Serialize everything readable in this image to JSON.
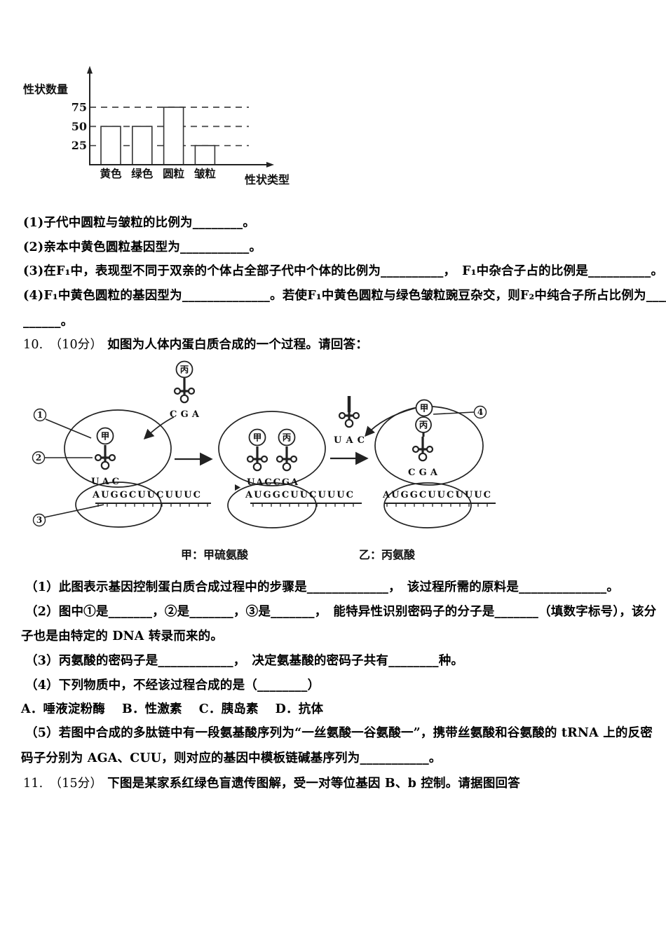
{
  "chart_data": {
    "type": "bar",
    "categories": [
      "黄色",
      "绿色",
      "圆粒",
      "皱粒"
    ],
    "values": [
      50,
      50,
      75,
      25
    ],
    "title": "",
    "xlabel": "性状类型",
    "ylabel": "性状数量",
    "yticks": [
      25,
      50,
      75
    ],
    "ylim": [
      0,
      100
    ],
    "grid": "horizontal-dashed",
    "legend": "none"
  },
  "q9": {
    "lines": [
      "(1)子代中圆粒与皱粒的比例为________。",
      "(2)亲本中黄色圆粒基因型为___________。",
      "(3)在F₁中，表现型不同于双亲的个体占全部子代中个体的比例为__________，　F₁中杂合子占的比例是__________。",
      "(4)F₁中黄色圆粒的基因型为______________。若使F₁中黄色圆粒与绿色皱粒豌豆杂交，则F₂中纯合子所占比例为____",
      "______。"
    ]
  },
  "q10": {
    "number": "10.",
    "points": "（10分）",
    "intro": "如图为人体内蛋白质合成的一个过程。请回答：",
    "sub_lines": [
      "（1）此图表示基因控制蛋白质合成过程中的步骤是_____________，　该过程所需的原料是______________。",
      "（2）图中①是_______，②是_______，③是_______，　能特异性识别密码子的分子是_______（填数字标号），该分",
      "子也是由特定的 DNA 转录而来的。",
      "（3）丙氨酸的密码子是____________，　决定氨基酸的密码子共有________种。",
      "（4）下列物质中，不经该过程合成的是（________）",
      "A．唾液淀粉酶　 B．性激素　 C．胰岛素　 D．抗体",
      "（5）若图中合成的多肽链中有一段氨基酸序列为“一丝氨酸一谷氨酸一”，携带丝氨酸和谷氨酸的 tRNA 上的反密",
      "码子分别为 AGA、CUU，则对应的基因中模板链碱基序列为___________。"
    ]
  },
  "q11": {
    "number": "11.",
    "points": "（15分）",
    "text": "下图是某家系红绿色盲遗传图解，受一对等位基因 B、b 控制。请据图回答"
  },
  "diagram": {
    "markers": {
      "m1": "1",
      "m2": "2",
      "m3": "3",
      "m4": "4"
    },
    "amino_jia": "甲",
    "amino_bing": "丙",
    "anticodon_cga": "C G A",
    "anticodon_uac": "U A C",
    "anticodon_pair": "U A C C G A",
    "mrna_seq": "A U G G C U U C U U U C",
    "caption_jia": "甲：甲硫氨酸",
    "caption_yi": "乙：丙氨酸"
  }
}
